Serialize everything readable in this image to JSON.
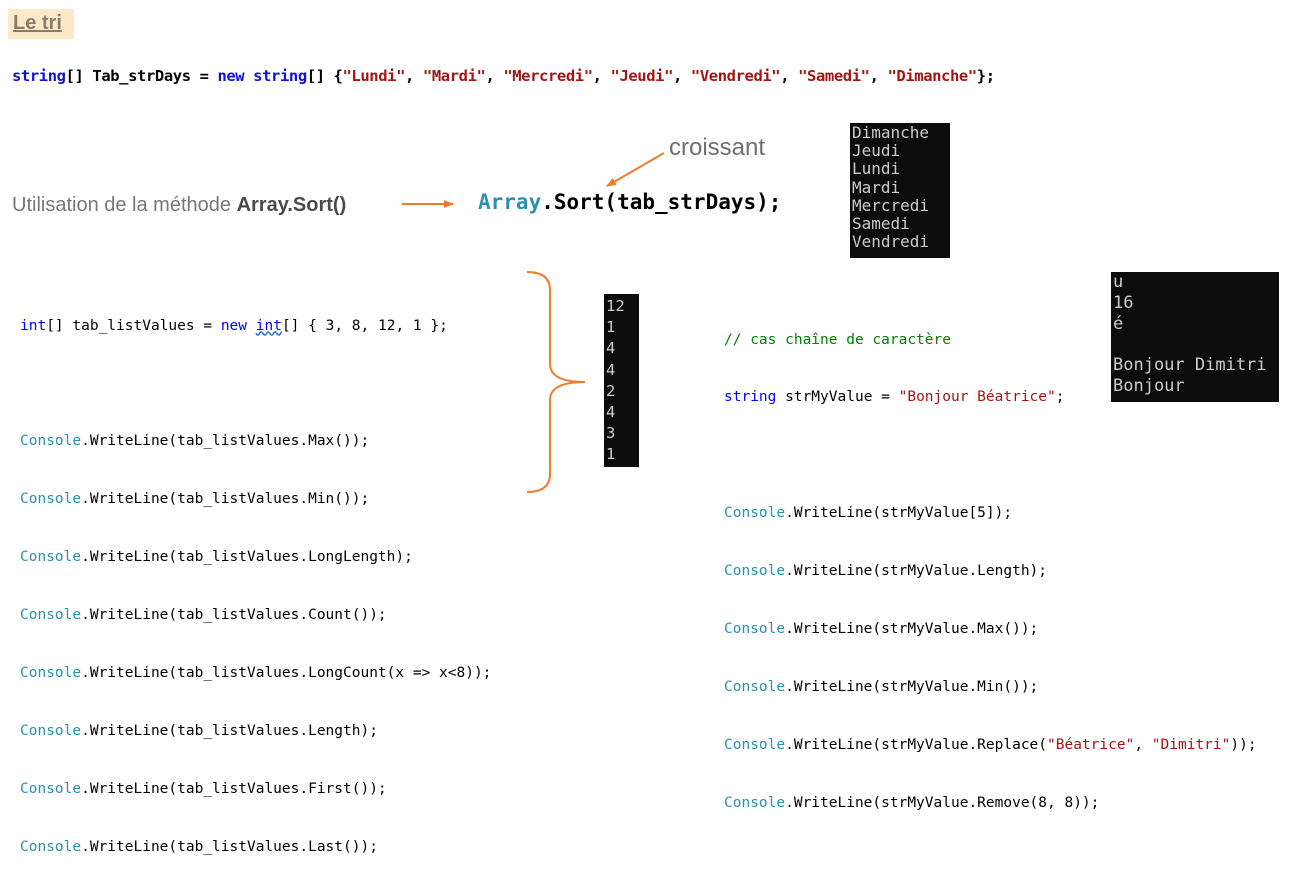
{
  "title": "Le tri",
  "array_decl": {
    "kw_type": "string",
    "brackets": "[] ",
    "var": "Tab_strDays",
    "eq": " = ",
    "kw_new": "new",
    "kw_type2": " string",
    "open": "[] {",
    "items": [
      "\"Lundi\"",
      "\"Mardi\"",
      "\"Mercredi\"",
      "\"Jeudi\"",
      "\"Vendredi\"",
      "\"Samedi\"",
      "\"Dimanche\""
    ],
    "sep": ", ",
    "close": "};"
  },
  "sort_section": {
    "label_text": "Utilisation de la méthode ",
    "label_bold": "Array.Sort()",
    "annotation": "croissant",
    "call_class": "Array",
    "call_rest": ".Sort(tab_strDays);",
    "output": [
      "Dimanche",
      "Jeudi",
      "Lundi",
      "Mardi",
      "Mercredi",
      "Samedi",
      "Vendredi"
    ]
  },
  "int_section": {
    "decl": {
      "kw_int": "int",
      "mid1": "[] tab_listValues = ",
      "kw_new": "new",
      "sp": " ",
      "kw_int2": "int",
      "rest": "[] { 3, 8, 12, 1 };"
    },
    "calls": [
      "WriteLine(tab_listValues.Max());",
      "WriteLine(tab_listValues.Min());",
      "WriteLine(tab_listValues.LongLength);",
      "WriteLine(tab_listValues.Count());",
      "WriteLine(tab_listValues.LongCount(x => x<8));",
      "WriteLine(tab_listValues.Length);",
      "WriteLine(tab_listValues.First());",
      "WriteLine(tab_listValues.Last());"
    ],
    "console_class": "Console",
    "dot": ".",
    "output": [
      "12",
      "1",
      "4",
      "4",
      "2",
      "4",
      "3",
      "1"
    ]
  },
  "string_section": {
    "comment": "// cas chaîne de caractère",
    "decl_kw": "string",
    "decl_mid": " strMyValue = ",
    "decl_str": "\"Bonjour Béatrice\"",
    "decl_end": ";",
    "console_class": "Console",
    "dot": ".",
    "calls": [
      "WriteLine(strMyValue[5]);",
      "WriteLine(strMyValue.Length);",
      "WriteLine(strMyValue.Max());",
      "WriteLine(strMyValue.Min());"
    ],
    "replace_pre": "WriteLine(strMyValue.Replace(",
    "replace_a1": "\"Béatrice\"",
    "replace_sep": ", ",
    "replace_a2": "\"Dimitri\"",
    "replace_post": "));",
    "remove_call": "WriteLine(strMyValue.Remove(8, 8));",
    "output": [
      "u",
      "16",
      "é",
      "",
      "Bonjour Dimitri",
      "Bonjour"
    ]
  },
  "colors": {
    "keyword": "#0000ff",
    "type": "#2b91af",
    "string": "#a31515",
    "comment": "#008000",
    "arrow": "#ed7d31"
  }
}
